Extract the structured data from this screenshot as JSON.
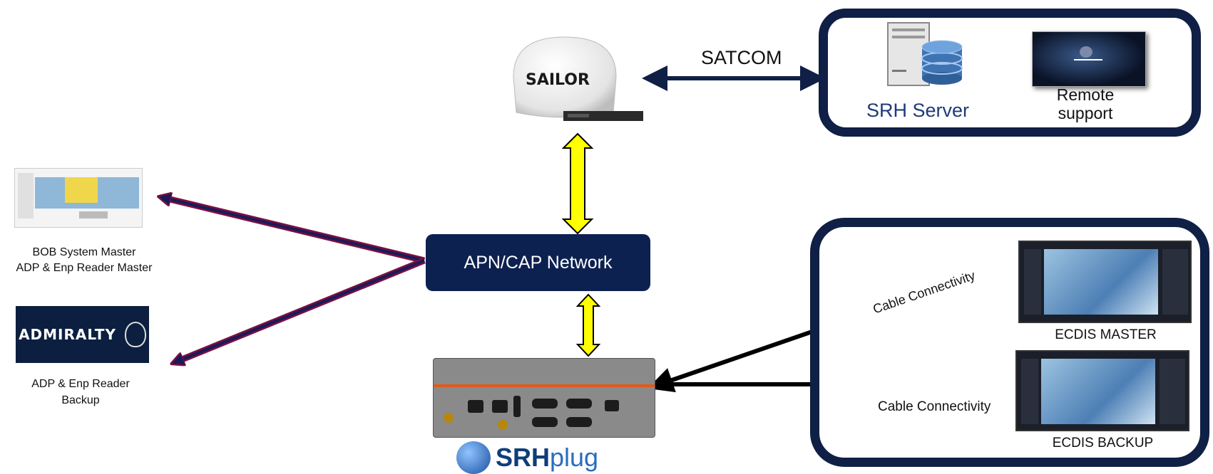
{
  "labels": {
    "satcom": "SATCOM",
    "srh_server": "SRH Server",
    "remote_support_line1": "Remote",
    "remote_support_line2": "support",
    "apn_network": "APN/CAP Network",
    "bob_line1": "BOB System Master",
    "bob_line2": "ADP & Enp Reader Master",
    "adp_backup_line1": "ADP & Enp Reader",
    "adp_backup_line2": "Backup",
    "cable_connectivity_master": "Cable Connectivity",
    "cable_connectivity_backup": "Cable Connectivity",
    "ecdis_master": "ECDIS MASTER",
    "ecdis_backup": "ECDIS BACKUP",
    "admiralty_logo": "ADMIRALTY",
    "sailor_logo": "SAILOR",
    "srhplug_logo_bold": "SRH",
    "srhplug_logo_light": "plug"
  },
  "colors": {
    "navy": "#0f1f45",
    "network_box": "#0d2150",
    "yellow_arrow": "#ffff00",
    "maroon_arrow": "#7a1040",
    "black_arrow": "#000000"
  },
  "icons": [
    "satellite-dome-icon",
    "server-icon",
    "remote-screen-icon",
    "bob-chart-icon",
    "admiralty-crest-icon",
    "srh-device-icon",
    "globe-icon",
    "ecdis-screen-icon"
  ]
}
